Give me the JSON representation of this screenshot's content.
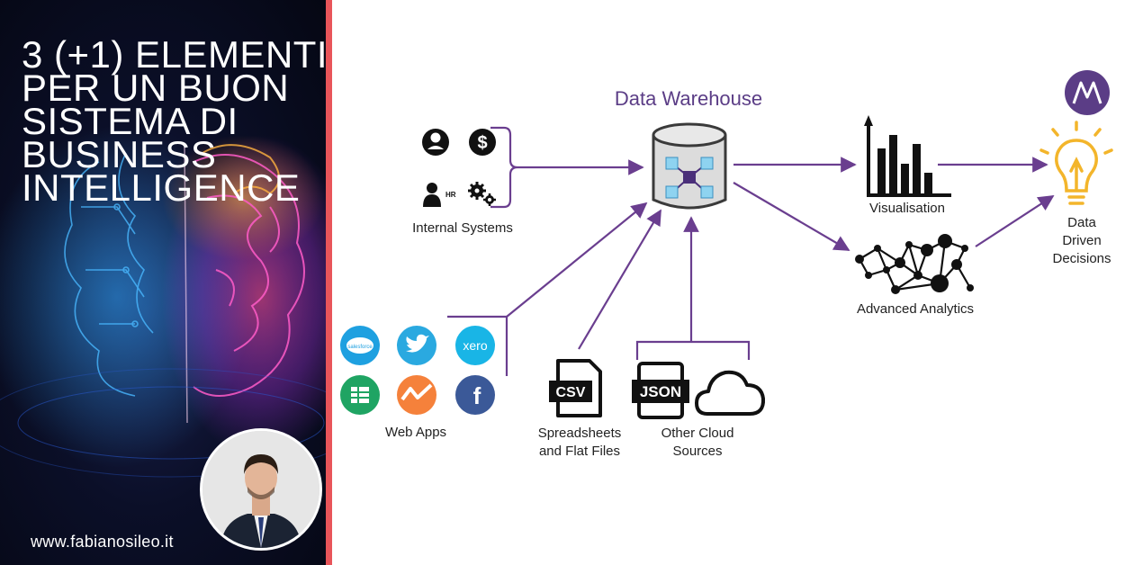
{
  "left_panel": {
    "headline_lines": [
      "3 (+1) ELEMENTI",
      "PER UN BUON",
      "SISTEMA DI",
      "BUSINESS",
      "INTELLIGENCE"
    ],
    "website": "www.fabianosileo.it"
  },
  "diagram": {
    "title": "Data Warehouse",
    "internal_systems": "Internal Systems",
    "web_apps": "Web Apps",
    "spreadsheets_line1": "Spreadsheets",
    "spreadsheets_line2": "and Flat Files",
    "other_cloud_line1": "Other Cloud",
    "other_cloud_line2": "Sources",
    "visualisation": "Visualisation",
    "advanced_analytics": "Advanced Analytics",
    "decisions_line1": "Data",
    "decisions_line2": "Driven",
    "decisions_line3": "Decisions",
    "csv_text": "CSV",
    "json_text": "JSON",
    "salesforce_text": "salesforce",
    "xero_text": "xero",
    "facebook_text": "f",
    "hr_text": "HR",
    "dollar_text": "$",
    "colors": {
      "arrow": "#6a3e8f",
      "title": "#5b3d86",
      "accent_red": "#e8555a",
      "bulb": "#f3b52b"
    }
  }
}
